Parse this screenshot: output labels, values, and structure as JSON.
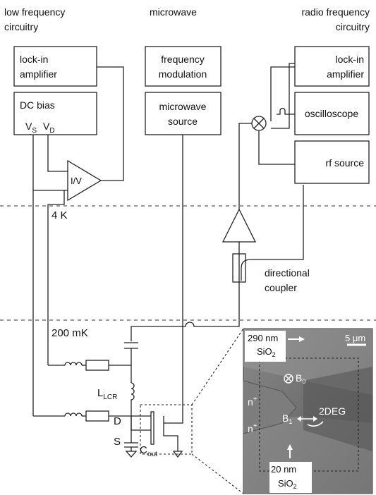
{
  "headers": {
    "low_freq": [
      "low frequency",
      "circuitry"
    ],
    "microwave": "microwave",
    "radio_freq": [
      "radio frequency",
      "circuitry"
    ]
  },
  "boxes": {
    "lockin_left": [
      "lock-in",
      "amplifier"
    ],
    "dc_bias": "DC bias",
    "freq_mod": [
      "frequency",
      "modulation"
    ],
    "mw_source": [
      "microwave",
      "source"
    ],
    "lockin_right": [
      "lock-in",
      "amplifier"
    ],
    "oscilloscope": "oscilloscope",
    "rf_source": "rf source"
  },
  "voltages": {
    "vs_main": "V",
    "vs_sub": "S",
    "vd_main": "V",
    "vd_sub": "D"
  },
  "iv_label": "I/V",
  "temps": {
    "four_k": "4 K",
    "two_hundred_mk": "200 mK"
  },
  "coupler_label": [
    "directional",
    "coupler"
  ],
  "lcr": {
    "main": "L",
    "sub": "LCR"
  },
  "d_label": "D",
  "s_label": "S",
  "cout": {
    "main": "C",
    "sub": "out"
  },
  "inset": {
    "top_thickness": "290 nm",
    "top_material_main": "SiO",
    "top_material_sub": "2",
    "scale": "5 μm",
    "b0_main": "B",
    "b0_sub": "0",
    "nplus_top": "n",
    "nplus_bottom": "n",
    "b1_main": "B",
    "b1_sub": "1",
    "twodeg": "2DEG",
    "bottom_thickness": "20 nm",
    "bottom_material_main": "SiO",
    "bottom_material_sub": "2"
  }
}
